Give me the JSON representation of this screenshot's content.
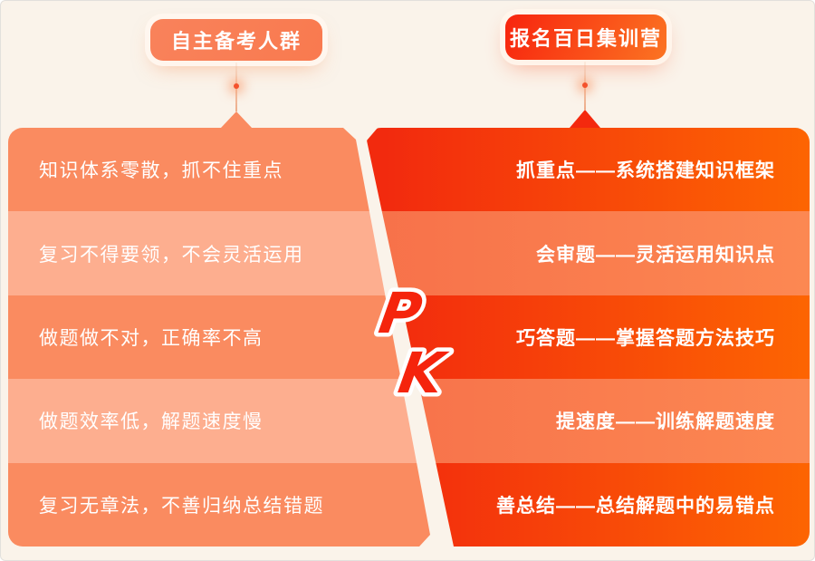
{
  "banner": {
    "left_group": {
      "tag": "自主备考人群",
      "rows": [
        "知识体系零散，抓不住重点",
        "复习不得要领，不会灵活运用",
        "做题做不对，正确率不高",
        "做题效率低，解题速度慢",
        "复习无章法，不善归纳总结错题"
      ]
    },
    "right_group": {
      "tag": "报名百日集训营",
      "rows": [
        "抓重点——系统搭建知识框架",
        "会审题——灵活运用知识点",
        "巧答题——掌握答题方法技巧",
        "提速度——训练解题速度",
        "善总结——总结解题中的易错点"
      ]
    },
    "pk": {
      "p": "P",
      "k": "K"
    },
    "colors": {
      "background": "#faf3ea",
      "left_tag_bg": "#f97e55",
      "left_row_dark": "#fa8b60",
      "left_row_light": "#fdae8f",
      "right_tag_gradient": [
        "#f8240e",
        "#fb7422"
      ],
      "right_row_dark_gradient": [
        "#f22a0e",
        "#fd6502"
      ],
      "right_row_light_gradient": [
        "#f7714a",
        "#fc8852"
      ],
      "pk_red": "#f5240c",
      "text": "#ffffff"
    }
  }
}
